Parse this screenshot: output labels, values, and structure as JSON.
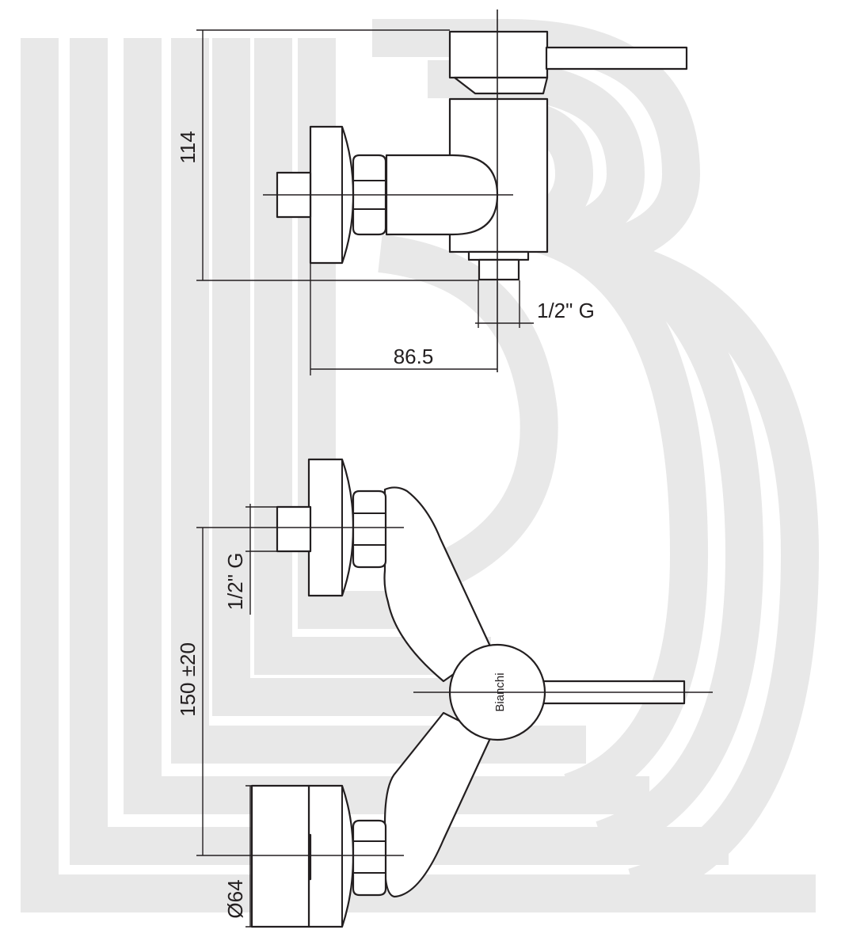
{
  "watermark": {
    "color": "#e8e8e8"
  },
  "line_color": "#231f20",
  "top_view": {
    "height_dim": "114",
    "thread_dim": "1/2\" G",
    "depth_dim": "86.5"
  },
  "front_view": {
    "center_distance_dim": "150 ±20",
    "thread_dim": "1/2\" G",
    "diameter_dim": "Ø64",
    "brand_label": "Bianchi"
  }
}
